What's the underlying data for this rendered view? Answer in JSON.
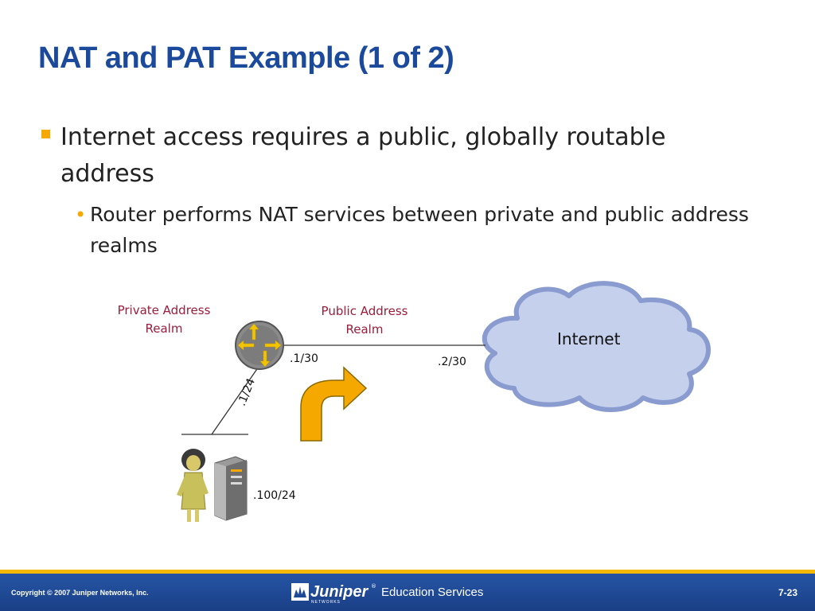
{
  "title": "NAT and PAT Example (1 of 2)",
  "bullets": {
    "level1": "Internet access requires a public, globally routable address",
    "level2": "Router performs NAT services between private and public address realms"
  },
  "diagram": {
    "private_realm": [
      "Private Address",
      "Realm"
    ],
    "public_realm": [
      "Public Address",
      "Realm"
    ],
    "cloud_label": "Internet",
    "router_public_addr": ".1/30",
    "cloud_addr": ".2/30",
    "router_lan_addr": ".1/24",
    "host_addr": ".100/24",
    "icons": [
      "router-icon",
      "user-icon",
      "server-icon",
      "nat-arrow-icon",
      "internet-cloud-icon"
    ],
    "colors": {
      "realm_text": "#9c1c3a",
      "arrow": "#f5a800",
      "cloud_fill": "#c5d1ec",
      "cloud_stroke": "#8a9bd0"
    }
  },
  "footer": {
    "copyright": "Copyright © 2007 Juniper Networks, Inc.",
    "brand": "Juniper",
    "brand_sub": "NETWORKS",
    "brand_reg": "®",
    "education": "Education Services",
    "page": "7-23"
  },
  "colors": {
    "title": "#1b4a9c",
    "accent": "#f5a800",
    "footer_bg": "#1f4a97"
  }
}
